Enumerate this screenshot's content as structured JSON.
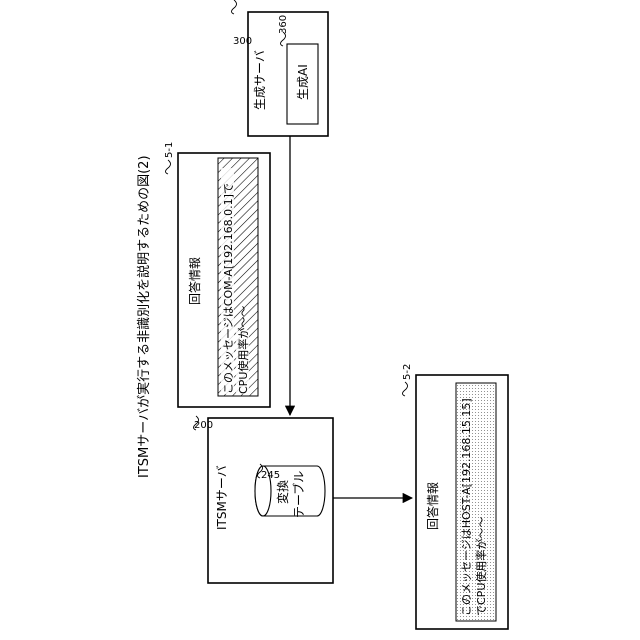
{
  "figure": {
    "caption": "ITSMサーバが実行する非識別化を説明するための図(2)"
  },
  "gen_server": {
    "ref": "300",
    "label": "生成サーバ",
    "ai_ref": "360",
    "ai_label": "生成AI"
  },
  "itsm_server": {
    "ref": "200",
    "label": "ITSMサーバ",
    "table_ref": "245",
    "table_label_1": "変換",
    "table_label_2": "テーブル"
  },
  "answer_1": {
    "ref": "5-1",
    "title": "回答情報",
    "line1": "このメッセージはCOM-A[192.168.0.1]で",
    "line2": "CPU使用率が〜〜"
  },
  "answer_2": {
    "ref": "5-2",
    "title": "回答情報",
    "line1": "このメッセージはHOST-A[192.168.15.15]",
    "line2": "でCPU使用率が〜〜"
  }
}
